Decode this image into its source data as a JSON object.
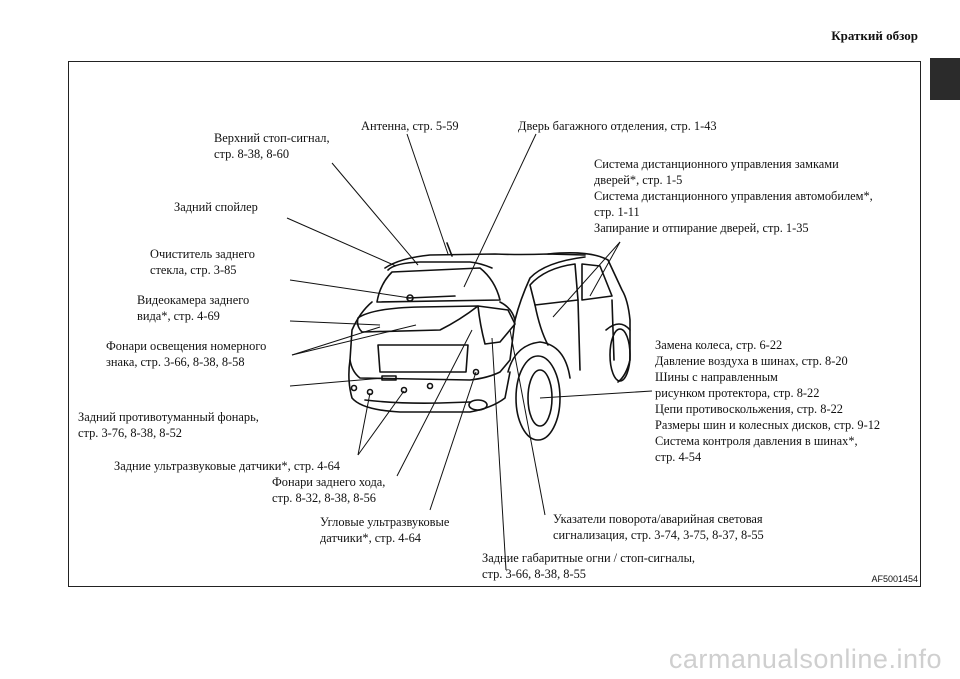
{
  "header": {
    "title": "Краткий обзор"
  },
  "figure_code": "AF5001454",
  "watermark": "carmanualsonline.info",
  "colors": {
    "ink": "#111111",
    "tab": "#2b2b2b",
    "watermark": "#cfcfcf"
  },
  "labels": {
    "brake_light": [
      "Верхний стоп-сигнал,",
      "стр. 8-38, 8-60"
    ],
    "antenna": [
      "Антенна, стр. 5-59"
    ],
    "tailgate": [
      "Дверь багажного отделения, стр. 1-43"
    ],
    "remote": [
      "Система дистанционного управления замками",
      "дверей*, стр. 1-5",
      "Система дистанционного управления автомобилем*,",
      "стр. 1-11",
      "Запирание и отпирание дверей, стр. 1-35"
    ],
    "spoiler": [
      "Задний спойлер"
    ],
    "wiper": [
      "Очиститель заднего",
      "стекла, стр. 3-85"
    ],
    "camera": [
      "Видеокамера заднего",
      "вида*, стр. 4-69"
    ],
    "plate_lamps": [
      "Фонари освещения номерного",
      "знака, стр. 3-66, 8-38, 8-58"
    ],
    "wheels": [
      "Замена колеса, стр. 6-22",
      "Давление воздуха в шинах, стр. 8-20",
      "Шины с направленным",
      "рисунком протектора, стр. 8-22",
      "Цепи противоскольжения, стр. 8-22",
      "Размеры шин и колесных дисков, стр. 9-12",
      "Система контроля давления в шинах*,",
      "стр. 4-54"
    ],
    "fog_lamp": [
      "Задний противотуманный фонарь,",
      "стр. 3-76, 8-38, 8-52"
    ],
    "ultrasonic": [
      "Задние ультразвуковые датчики*, стр. 4-64"
    ],
    "reverse_lamps": [
      "Фонари заднего хода,",
      "стр. 8-32, 8-38, 8-56"
    ],
    "corner_sensors": [
      "Угловые ультразвуковые",
      "датчики*, стр. 4-64"
    ],
    "turn_signals": [
      "Указатели поворота/аварийная световая",
      "сигнализация, стр. 3-74, 3-75, 8-37, 8-55"
    ],
    "tail_lamps": [
      "Задние габаритные огни / стоп-сигналы,",
      "стр. 3-66, 8-38, 8-55"
    ]
  }
}
